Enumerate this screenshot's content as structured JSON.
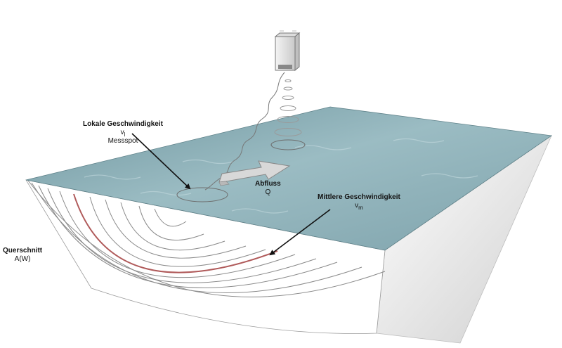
{
  "labels": {
    "local_velocity": {
      "title": "Lokale Geschwindigkeit",
      "symbol": "v",
      "subscript": "l",
      "note": "Messspot"
    },
    "discharge": {
      "title": "Abfluss",
      "symbol": "Q"
    },
    "mean_velocity": {
      "title": "Mittlere Geschwindigkeit",
      "symbol": "v",
      "subscript": "m"
    },
    "cross_section": {
      "title": "Querschnitt",
      "symbol": "A(W)"
    }
  },
  "colors": {
    "water": "#8fb0b8",
    "water_dark": "#6f969f",
    "highlight_contour": "#b05a5a",
    "contour": "#8a8a8a",
    "sensor_body": "#e4e4e4"
  },
  "icons": {
    "sensor": "radar-sensor-icon",
    "flow_arrow": "flow-direction-arrow-icon"
  }
}
